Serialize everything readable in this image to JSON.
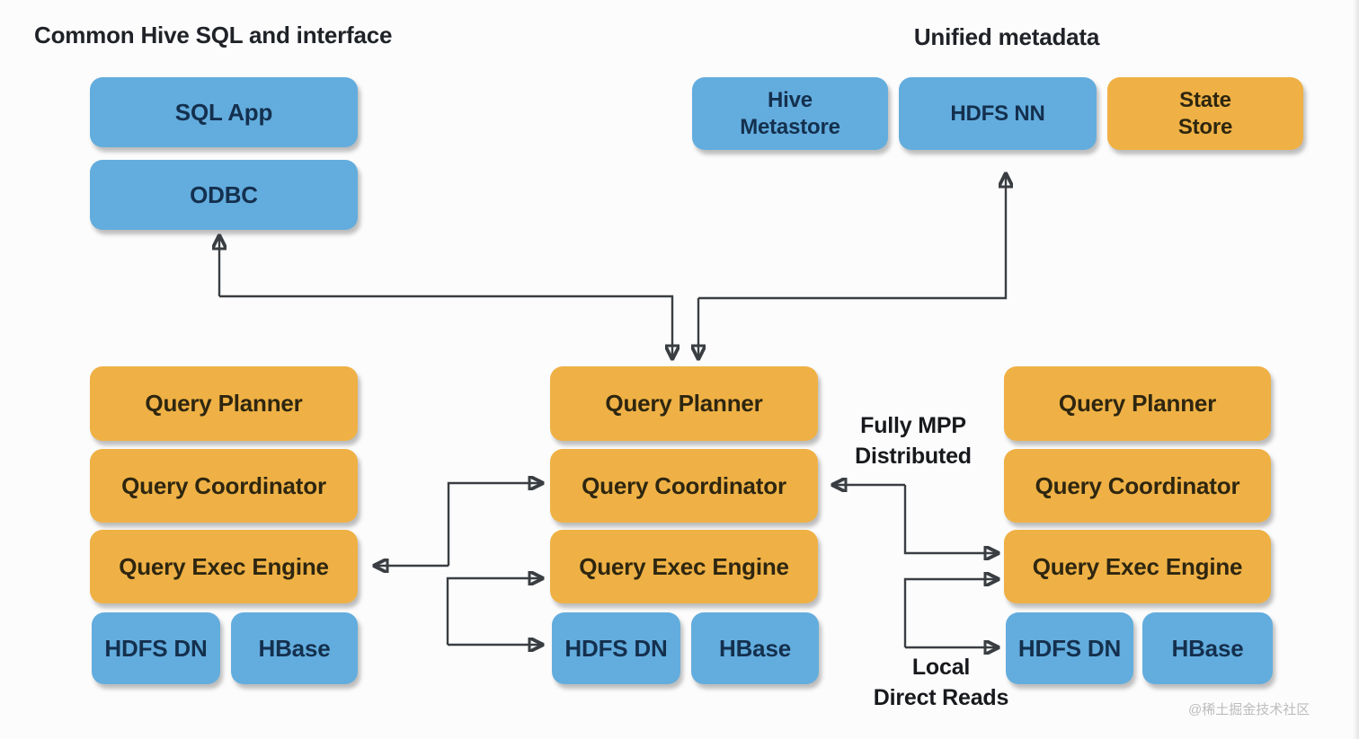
{
  "background": "#FCFCFC",
  "colors": {
    "box_blue": "#63ADDE",
    "box_orange": "#EFB145",
    "arrow": "#3A3E42",
    "heading_text": "#1F2227",
    "blue_box_text": "#14304E",
    "orange_box_text": "#2E2610",
    "watermark_text": "#BDBDBD"
  },
  "headings": {
    "common_hive": "Common Hive SQL and interface",
    "unified_metadata": "Unified metadata"
  },
  "interface_boxes": {
    "sql_app": "SQL App",
    "odbc": "ODBC"
  },
  "metadata_boxes": {
    "hive_metastore": "Hive\nMetastore",
    "hdfs_nn": "HDFS NN",
    "state_store": "State\nStore"
  },
  "columns": [
    {
      "id": "left",
      "query_planner": "Query Planner",
      "query_coordinator": "Query Coordinator",
      "query_exec_engine": "Query Exec Engine",
      "hdfs_dn": "HDFS DN",
      "hbase": "HBase"
    },
    {
      "id": "middle",
      "query_planner": "Query Planner",
      "query_coordinator": "Query Coordinator",
      "query_exec_engine": "Query Exec Engine",
      "hdfs_dn": "HDFS DN",
      "hbase": "HBase"
    },
    {
      "id": "right",
      "query_planner": "Query Planner",
      "query_coordinator": "Query Coordinator",
      "query_exec_engine": "Query Exec Engine",
      "hdfs_dn": "HDFS DN",
      "hbase": "HBase"
    }
  ],
  "annotations": {
    "fully_mpp": "Fully MPP\nDistributed",
    "local_direct_reads": "Local\nDirect Reads"
  },
  "watermark": "@稀土掘金技术社区"
}
